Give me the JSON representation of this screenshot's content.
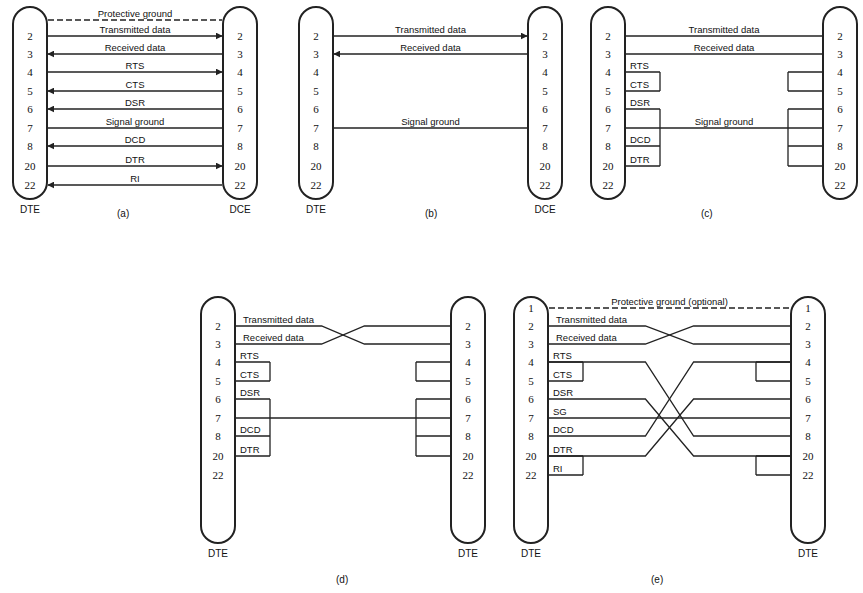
{
  "diagram": {
    "nodes": [
      {
        "text": [
          "2",
          "3",
          "4",
          "5",
          "6",
          "7",
          "8",
          "20",
          "22",
          "DTE"
        ]
      },
      {
        "text": [
          "2",
          "3",
          "4",
          "5",
          "6",
          "7",
          "8",
          "20",
          "22",
          "DCE"
        ]
      },
      {
        "text": [
          "2",
          "3",
          "4",
          "5",
          "6",
          "7",
          "8",
          "20",
          "22",
          "DTE"
        ]
      },
      {
        "text": [
          "2",
          "3",
          "4",
          "5",
          "6",
          "7",
          "8",
          "20",
          "22",
          "DCE"
        ]
      },
      {
        "text": [
          "2",
          "3",
          "4",
          "5",
          "6",
          "7",
          "8",
          "20",
          "22"
        ]
      },
      {
        "text": [
          "2",
          "3",
          "4",
          "5",
          "6",
          "7",
          "8",
          "20",
          "22"
        ]
      },
      {
        "text": [
          "2",
          "3",
          "4",
          "5",
          "6",
          "7",
          "8",
          "20",
          "22",
          "DTE"
        ]
      },
      {
        "text": [
          "2",
          "3",
          "4",
          "5",
          "6",
          "7",
          "8",
          "20",
          "22",
          "DTE"
        ]
      },
      {
        "text": [
          "1",
          "2",
          "3",
          "4",
          "5",
          "6",
          "7",
          "8",
          "20",
          "22",
          "DTE"
        ]
      },
      {
        "text": [
          "1",
          "2",
          "3",
          "4",
          "5",
          "6",
          "7",
          "8",
          "20",
          "22",
          "DTE"
        ]
      }
    ],
    "edges": [
      {
        "from": 0,
        "to": 1,
        "arrow": "none",
        "label": "Protective ground"
      },
      {
        "from": 0,
        "to": 1,
        "arrow": "to",
        "label": "Transmitted data"
      },
      {
        "from": 1,
        "to": 0,
        "arrow": "to",
        "label": "Received data"
      },
      {
        "from": 0,
        "to": 1,
        "arrow": "to",
        "label": "RTS"
      },
      {
        "from": 1,
        "to": 0,
        "arrow": "to",
        "label": "CTS"
      },
      {
        "from": 1,
        "to": 0,
        "arrow": "to",
        "label": "DSR"
      },
      {
        "from": 0,
        "to": 1,
        "arrow": "none",
        "label": "Signal ground"
      },
      {
        "from": 1,
        "to": 0,
        "arrow": "to",
        "label": "DCD"
      },
      {
        "from": 0,
        "to": 1,
        "arrow": "to",
        "label": "DTR"
      },
      {
        "from": 1,
        "to": 0,
        "arrow": "to",
        "label": "RI"
      },
      {
        "from": 2,
        "to": 3,
        "arrow": "to",
        "label": "Transmitted data"
      },
      {
        "from": 3,
        "to": 2,
        "arrow": "to",
        "label": "Received data"
      },
      {
        "from": 2,
        "to": 3,
        "arrow": "none",
        "label": "Signal ground"
      },
      {
        "from": 4,
        "to": 5,
        "arrow": "none",
        "label": "Transmitted data"
      },
      {
        "from": 4,
        "to": 5,
        "arrow": "none",
        "label": "Received data"
      },
      {
        "from": 4,
        "to": 5,
        "arrow": "none",
        "label": "Signal ground"
      },
      {
        "from": 6,
        "to": 7,
        "arrow": "none",
        "label": "Transmitted data"
      },
      {
        "from": 6,
        "to": 7,
        "arrow": "none",
        "label": "Received data"
      },
      {
        "from": 6,
        "to": 7,
        "arrow": "none"
      },
      {
        "from": 8,
        "to": 9,
        "arrow": "none",
        "label": "Protective ground (optional)"
      },
      {
        "from": 8,
        "to": 9,
        "arrow": "none",
        "label": "Transmitted data"
      },
      {
        "from": 8,
        "to": 9,
        "arrow": "none",
        "label": "Received data"
      },
      {
        "from": 8,
        "to": 9,
        "arrow": "none"
      },
      {
        "from": 8,
        "to": 9,
        "arrow": "none"
      },
      {
        "from": 8,
        "to": 9,
        "arrow": "none"
      },
      {
        "from": 8,
        "to": 9,
        "arrow": "none"
      },
      {
        "from": 8,
        "to": 9,
        "arrow": "none"
      }
    ],
    "labels": [
      "(a)",
      "(b)",
      "RTS",
      "CTS",
      "DSR",
      "DCD",
      "DTR",
      "(c)",
      "RTS",
      "CTS",
      "DSR",
      "DCD",
      "DTR",
      "(d)",
      "RTS",
      "CTS",
      "DSR",
      "SG",
      "DCD",
      "DTR",
      "RI",
      "(e)"
    ]
  }
}
